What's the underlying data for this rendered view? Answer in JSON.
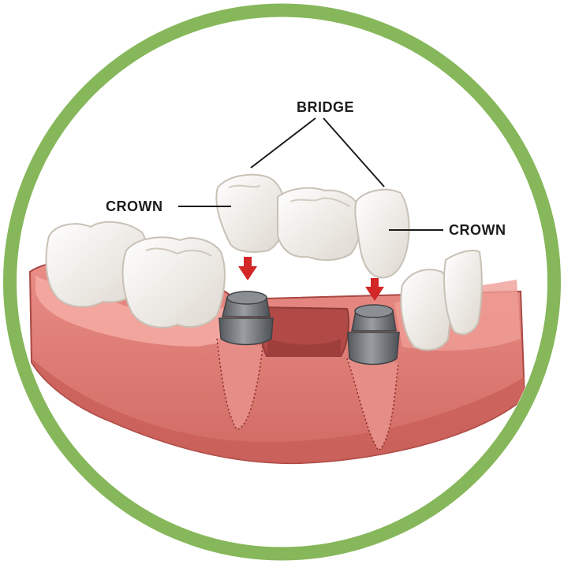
{
  "labels": {
    "bridge": "BRIDGE",
    "crown_left": "CROWN",
    "crown_right": "CROWN"
  },
  "colors": {
    "ring": "#86b75a",
    "gum_main": "#d9736c",
    "gum_light": "#f3a9a1",
    "gum_shadow": "#b24e49",
    "tooth": "#f4f1ec",
    "tooth_shade": "#d8d2c8",
    "abutment": "#6d7175",
    "arrow": "#d32626"
  },
  "icons": {
    "placement_arrow": "arrow-down-icon"
  }
}
